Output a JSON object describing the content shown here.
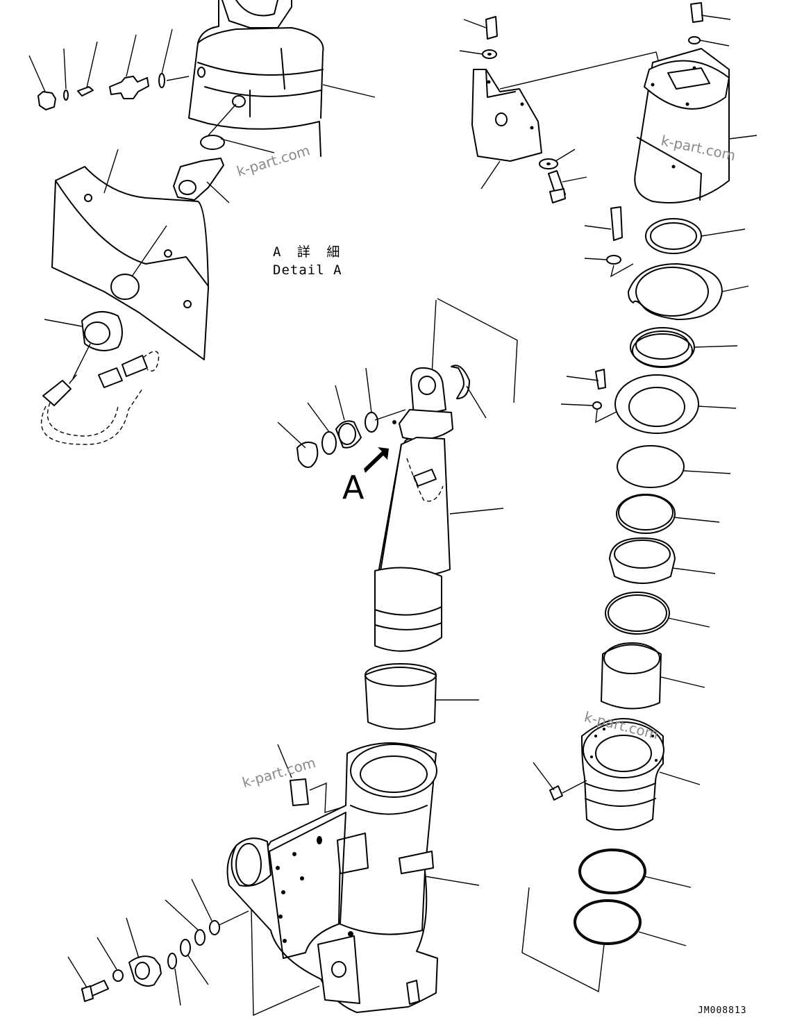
{
  "labels": {
    "detail_jp": "A 詳 細",
    "detail_en": "Detail A",
    "view_marker": "A",
    "drawing_code": "JM008813"
  },
  "watermarks": [
    "k-part.com",
    "k-part.com",
    "k-part.com",
    "k-part.com"
  ],
  "colors": {
    "line": "#000000",
    "background": "#ffffff",
    "watermark": "#8a8a8a"
  }
}
